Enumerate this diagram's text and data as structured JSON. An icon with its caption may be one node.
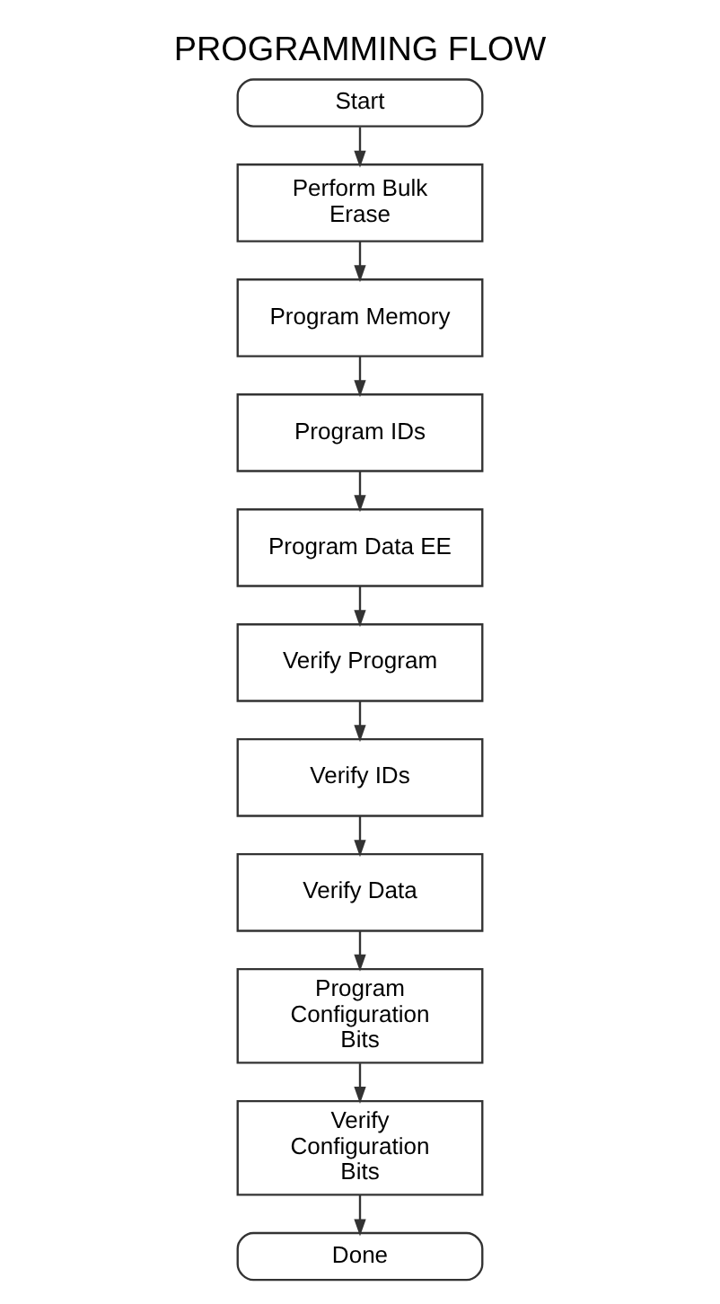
{
  "diagram": {
    "title": "PROGRAMMING FLOW",
    "nodes": [
      {
        "text": [
          "Start"
        ]
      },
      {
        "text": [
          "Perform Bulk Erase"
        ]
      },
      {
        "text": [
          "Program Memory"
        ]
      },
      {
        "text": [
          "Program IDs"
        ]
      },
      {
        "text": [
          "Program Data EE"
        ]
      },
      {
        "text": [
          "Verify Program"
        ]
      },
      {
        "text": [
          "Verify IDs"
        ]
      },
      {
        "text": [
          "Verify Data"
        ]
      },
      {
        "text": [
          "Program Configuration Bits"
        ]
      },
      {
        "text": [
          "Verify Configuration Bits"
        ]
      },
      {
        "text": [
          "Done"
        ]
      }
    ],
    "edges": [
      {
        "from": 0,
        "to": 1,
        "arrow": "to"
      },
      {
        "from": 1,
        "to": 2,
        "arrow": "to"
      },
      {
        "from": 2,
        "to": 3,
        "arrow": "to"
      },
      {
        "from": 3,
        "to": 4,
        "arrow": "to"
      },
      {
        "from": 4,
        "to": 5,
        "arrow": "to"
      },
      {
        "from": 5,
        "to": 6,
        "arrow": "to"
      },
      {
        "from": 6,
        "to": 7,
        "arrow": "to"
      },
      {
        "from": 7,
        "to": 8,
        "arrow": "to"
      },
      {
        "from": 8,
        "to": 9,
        "arrow": "to"
      },
      {
        "from": 9,
        "to": 10,
        "arrow": "to"
      }
    ]
  }
}
